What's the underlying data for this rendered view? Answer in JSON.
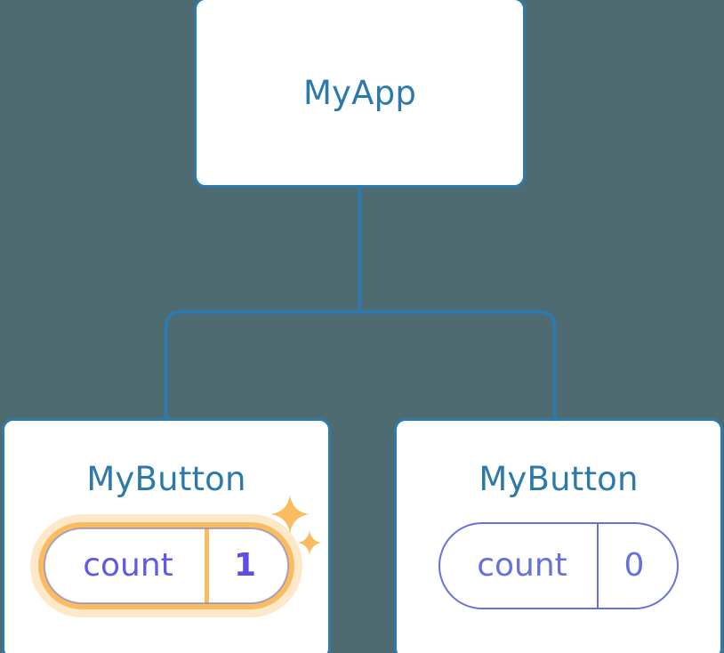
{
  "diagram": {
    "type": "component-tree",
    "background_color": "#4e6b72",
    "node_border_color": "#2e7aad",
    "node_title_color": "#2b7aaa",
    "connector_color": "#2e7aad",
    "highlight_color": "#f9bc60",
    "state_color": "#6572d9"
  },
  "root": {
    "title": "MyApp"
  },
  "children": [
    {
      "title": "MyButton",
      "state": {
        "key": "count",
        "value": "1",
        "highlighted": true
      },
      "sparkles": [
        "sparkle-large",
        "sparkle-small"
      ]
    },
    {
      "title": "MyButton",
      "state": {
        "key": "count",
        "value": "0",
        "highlighted": false
      },
      "sparkles": []
    }
  ]
}
